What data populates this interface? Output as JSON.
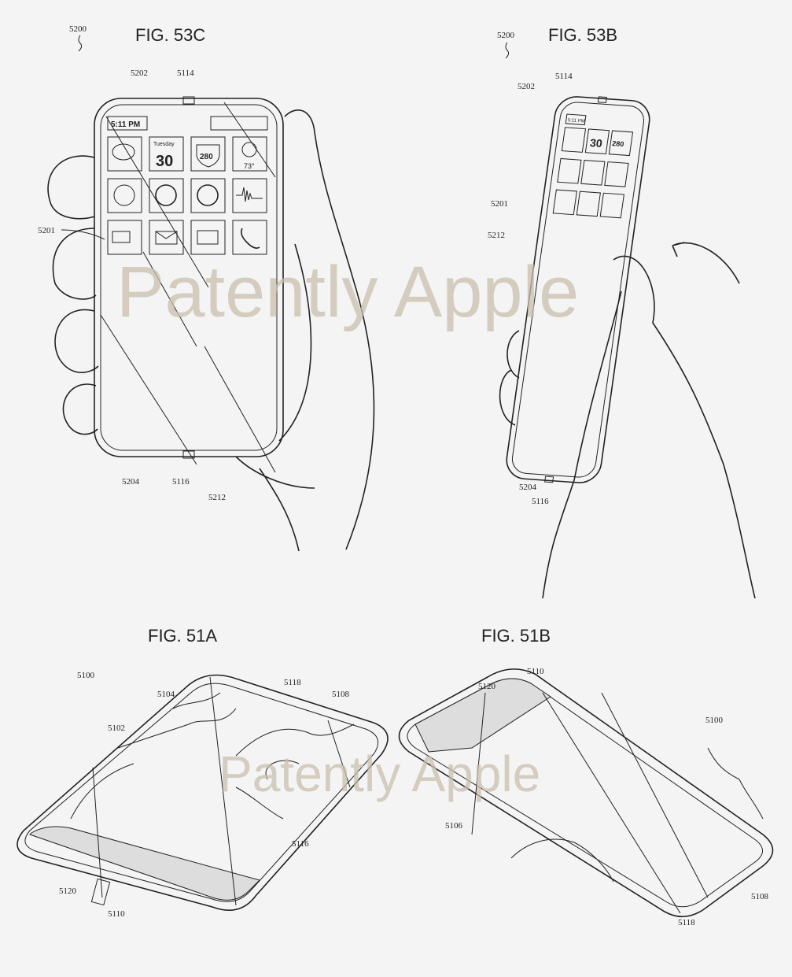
{
  "figures": {
    "fig53c": {
      "title": "FIG. 53C",
      "refs": {
        "device": "5200",
        "top_edge": "5202",
        "sensor_top": "5114",
        "display": "5201",
        "bottom_edge": "5204",
        "sensor_bottom": "5116",
        "surface": "5212"
      },
      "screen": {
        "time": "5:11 PM",
        "calendar_day": "Tuesday",
        "calendar_date": "30",
        "route": "280",
        "temperature": "73°"
      }
    },
    "fig53b": {
      "title": "FIG. 53B",
      "refs": {
        "device": "5200",
        "top_edge": "5202",
        "sensor_top": "5114",
        "display": "5201",
        "surface": "5212",
        "bottom_edge": "5204",
        "sensor_bottom": "5116"
      },
      "screen": {
        "time": "5:11 PM",
        "calendar_date": "30",
        "route": "280"
      }
    },
    "fig51a": {
      "title": "FIG. 51A",
      "refs": {
        "device": "5100",
        "side": "5102",
        "edge": "5104",
        "sensor_top": "5118",
        "corner": "5108",
        "display": "5116",
        "band": "5120",
        "bottom": "5110"
      }
    },
    "fig51b": {
      "title": "FIG. 51B",
      "refs": {
        "top": "5110",
        "band": "5120",
        "device": "5100",
        "display": "5106",
        "sensor": "5118",
        "corner": "5108"
      }
    }
  },
  "watermark": "Patently Apple"
}
